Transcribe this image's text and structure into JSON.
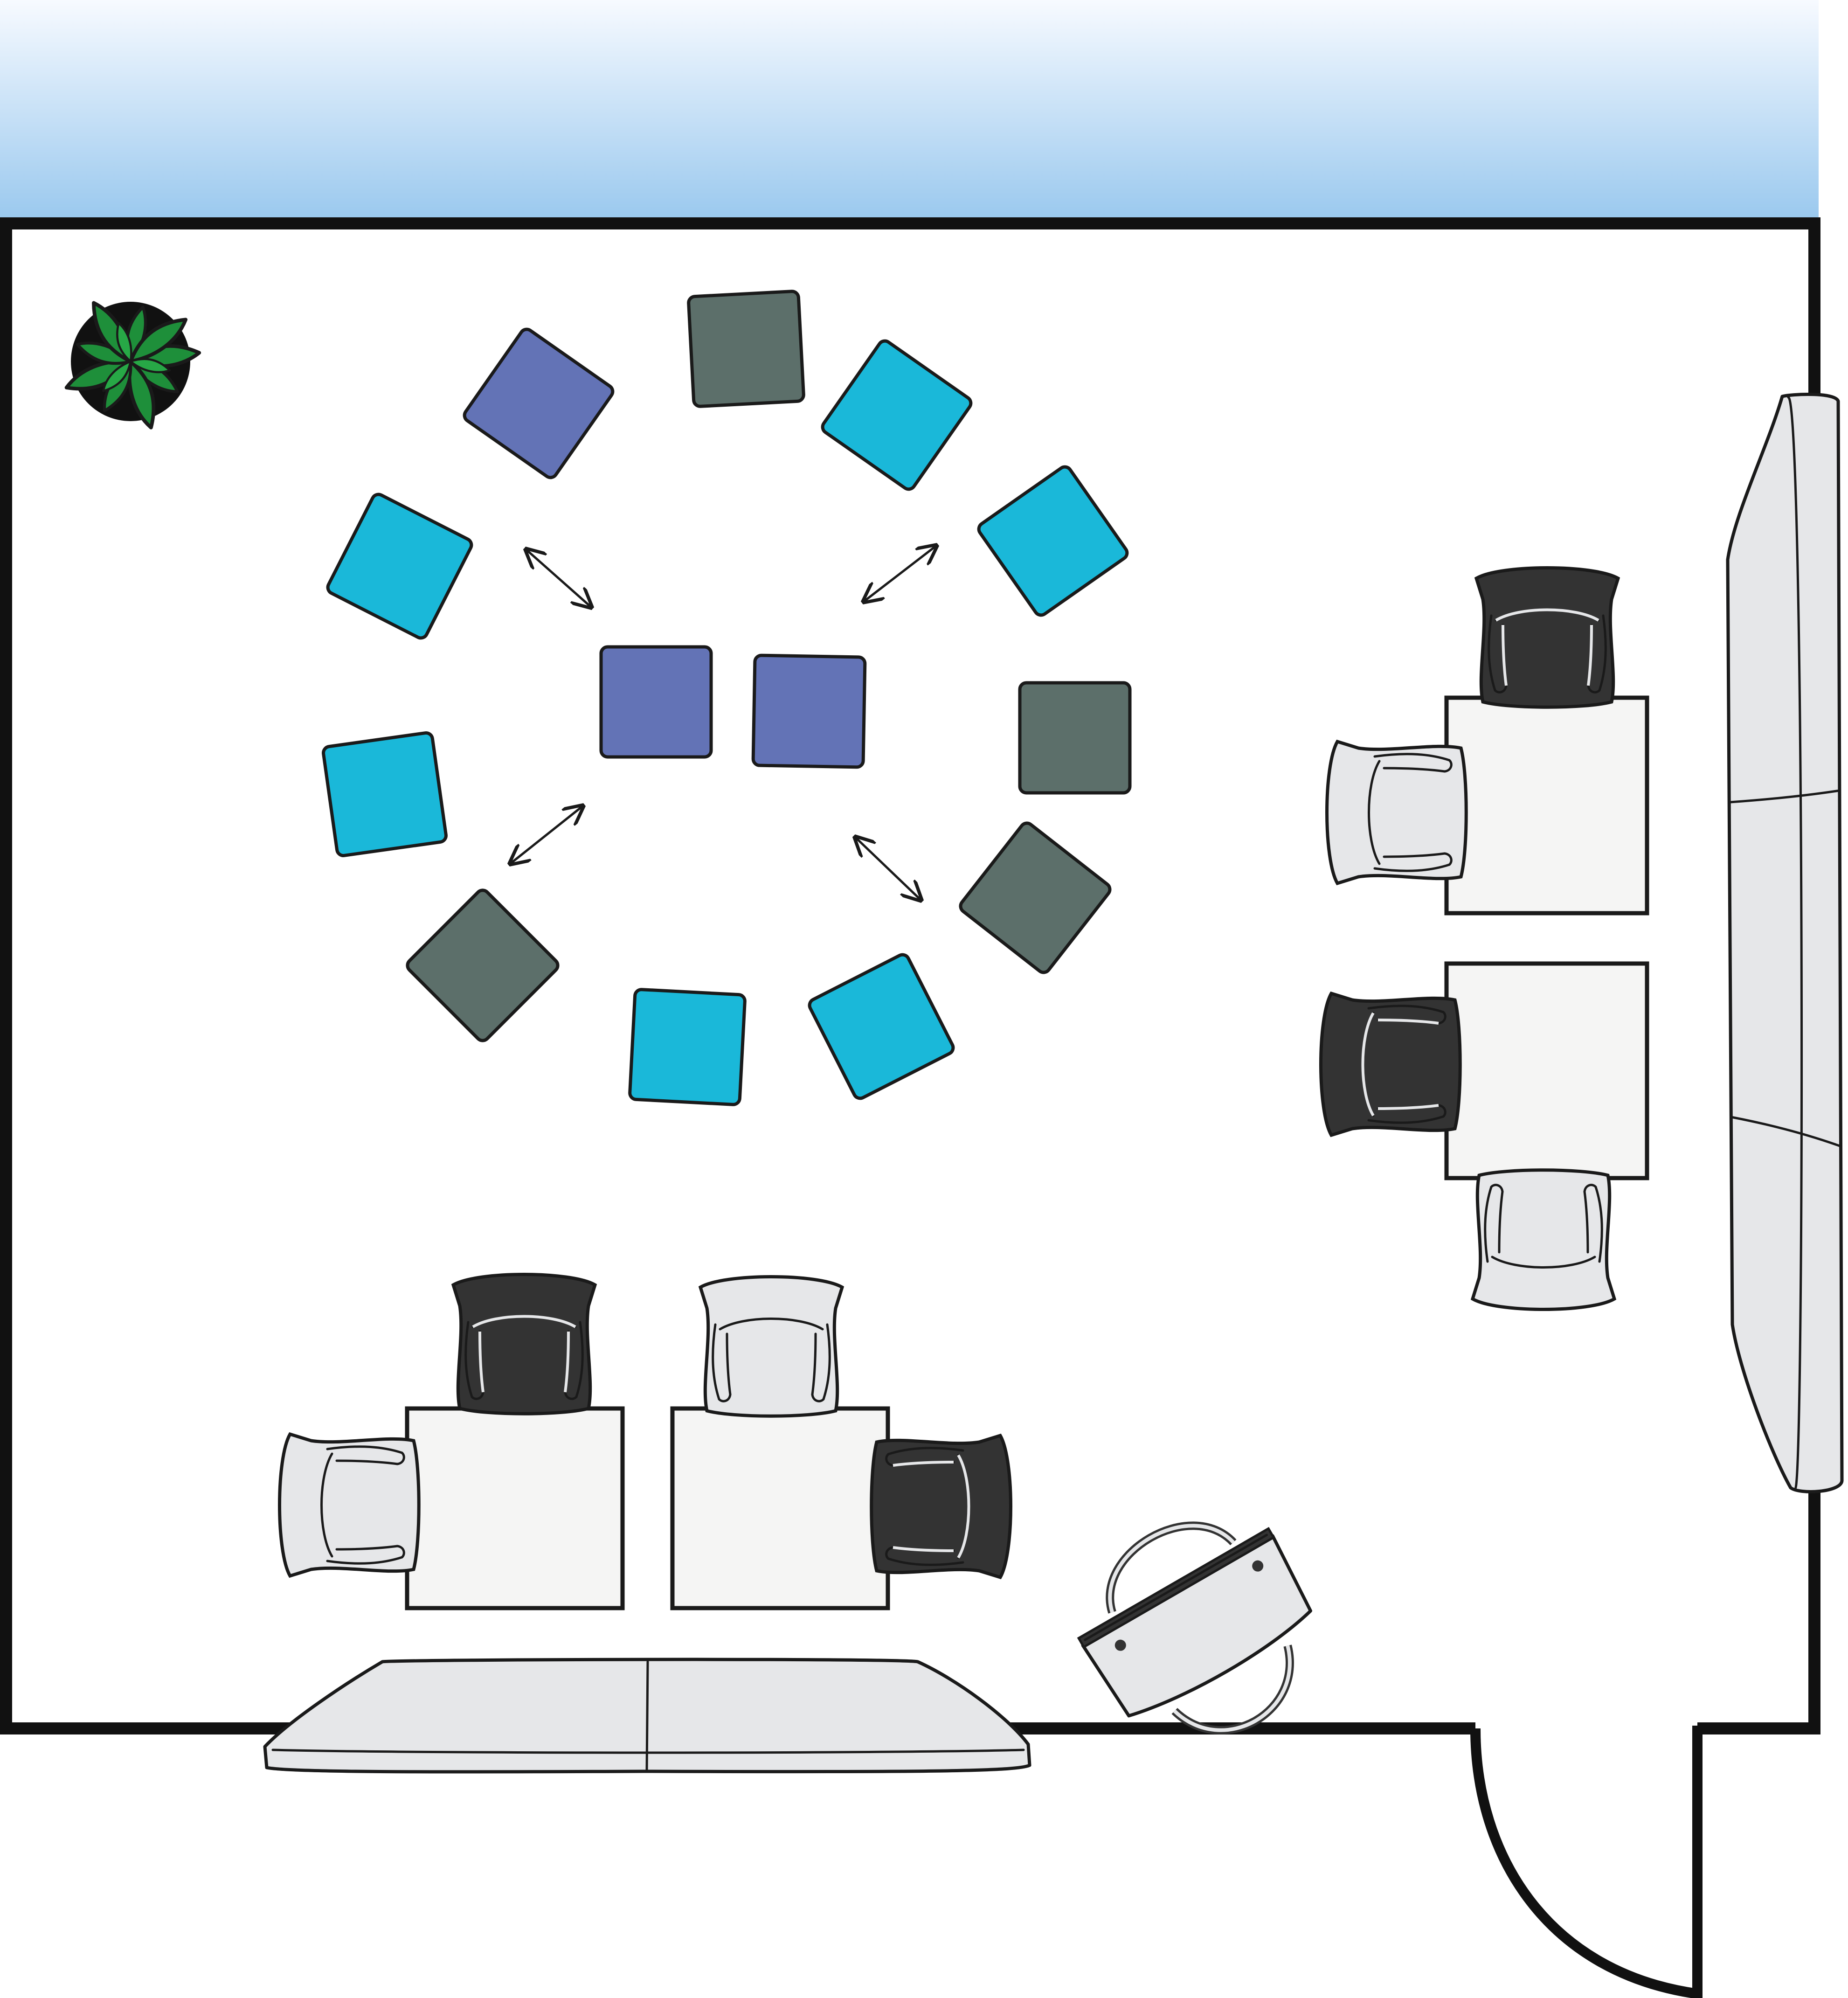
{
  "plan": {
    "colors": {
      "window_top": "#f7faff",
      "window_bottom": "#99c8ee",
      "cushion_blue": "#6373b6",
      "cushion_cyan": "#1ab8d9",
      "cushion_gray": "#5c6f6a",
      "chair_dark": "#333333",
      "chair_light": "#e6e7e9",
      "table_top": "#f5f5f4",
      "sofa": "#e6e7e9",
      "plant_leaf": "#1e8f3a",
      "plant_pot": "#111111"
    },
    "icons": [
      "plant-icon",
      "cushion-icon",
      "chair-icon",
      "table-icon",
      "sofa-icon",
      "rocking-chair-icon",
      "door-icon",
      "window-icon",
      "double-arrow-icon"
    ],
    "cushions": [
      {
        "color": "cushion_blue"
      },
      {
        "color": "cushion_gray"
      },
      {
        "color": "cushion_cyan"
      },
      {
        "color": "cushion_cyan"
      },
      {
        "color": "cushion_gray"
      },
      {
        "color": "cushion_blue"
      },
      {
        "color": "cushion_blue"
      },
      {
        "color": "cushion_cyan"
      },
      {
        "color": "cushion_cyan"
      },
      {
        "color": "cushion_gray"
      },
      {
        "color": "cushion_gray"
      },
      {
        "color": "cushion_cyan"
      },
      {
        "color": "cushion_cyan"
      }
    ],
    "chairs": [
      {
        "shade": "chair_dark"
      },
      {
        "shade": "chair_light"
      },
      {
        "shade": "chair_dark"
      },
      {
        "shade": "chair_light"
      },
      {
        "shade": "chair_dark"
      },
      {
        "shade": "chair_light"
      },
      {
        "shade": "chair_light"
      },
      {
        "shade": "chair_dark"
      }
    ],
    "table_count": 4
  }
}
